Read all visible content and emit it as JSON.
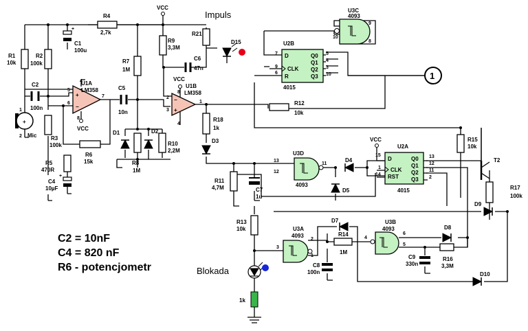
{
  "notes": [
    "C2 = 10nF",
    "C4 = 820 nF",
    "R6 - potencjometr"
  ],
  "labels": {
    "impuls": "Impuls",
    "blokada": "Blokada",
    "vcc": "VCC",
    "mic": "Mic",
    "connector": "1",
    "res_1k": "1k"
  },
  "resistors": {
    "R1": [
      "R1",
      "10k"
    ],
    "R2": [
      "R2",
      "100k"
    ],
    "R3": [
      "R3",
      "100k"
    ],
    "R4": [
      "R4",
      "2,7k"
    ],
    "R5": [
      "R5",
      "470R"
    ],
    "R6": [
      "R6",
      "15k"
    ],
    "R7": [
      "R7",
      "1M"
    ],
    "R8": [
      "R8",
      "1M"
    ],
    "R9": [
      "R9",
      "3,3M"
    ],
    "R10": [
      "R10",
      "2,2M"
    ],
    "R11": [
      "R11",
      "4,7M"
    ],
    "R12": [
      "R12",
      "10k"
    ],
    "R13": [
      "R13",
      "10k"
    ],
    "R14": [
      "R14",
      "1M"
    ],
    "R15": [
      "R15",
      "10k"
    ],
    "R16": [
      "R16",
      "3,3M"
    ],
    "R17": [
      "R17",
      "100k"
    ],
    "R18": [
      "R18",
      "1k"
    ],
    "R21": [
      "R21",
      ""
    ]
  },
  "capacitors": {
    "C1": [
      "C1",
      "100u"
    ],
    "C2": [
      "C2",
      "100n"
    ],
    "C4": [
      "C4",
      "10µF"
    ],
    "C5": [
      "C5",
      "10n"
    ],
    "C6": [
      "C6",
      "47n"
    ],
    "C7": [
      "C7",
      "1u"
    ],
    "C8": [
      "C8",
      "100n"
    ],
    "C9": [
      "C9",
      "330n"
    ]
  },
  "diodes": [
    "D1",
    "D2",
    "D3",
    "D4",
    "D5",
    "D7",
    "D8",
    "D9",
    "D10",
    "D15"
  ],
  "transistor": "T2",
  "opamps": {
    "U1A": [
      "U1A",
      "LM358"
    ],
    "U1B": [
      "U1B",
      "LM358"
    ]
  },
  "gates": {
    "U3A": [
      "U3A",
      "4093"
    ],
    "U3B": [
      "U3B",
      "4093"
    ],
    "U3C": [
      "U3C",
      "4093"
    ],
    "U3D": [
      "U3D",
      "4093"
    ]
  },
  "counters": {
    "U2A": {
      "ref": "U2A",
      "type": "4015",
      "pins_in": [
        "D",
        "CLK",
        "RST"
      ],
      "pins_out": [
        "Q0",
        "Q1",
        "Q2",
        "Q3"
      ]
    },
    "U2B": {
      "ref": "U2B",
      "type": "4015",
      "pins_in": [
        "D",
        "CLK",
        "R"
      ],
      "pins_out": [
        "Q0",
        "Q1",
        "Q2",
        "Q3"
      ]
    }
  },
  "pin_numbers": {
    "u1a": [
      "5",
      "6",
      "7",
      "4",
      "8"
    ],
    "u1b": [
      "2",
      "3",
      "1",
      "8",
      "4"
    ],
    "u3c": [
      "9",
      "8",
      "10"
    ],
    "u3d": [
      "13",
      "12",
      "11"
    ],
    "u3a": [
      "3",
      "2",
      "1"
    ],
    "u3b": [
      "4",
      "6",
      "5"
    ],
    "u2b": [
      "7",
      "9",
      "6",
      "5",
      "4",
      "3",
      "10"
    ],
    "u2a": [
      "15",
      "1",
      "14",
      "13",
      "12",
      "11",
      "2"
    ],
    "mic": [
      "1",
      "2"
    ]
  },
  "led_colors": {
    "impuls": "#e8001a",
    "blokada": "#1726d8",
    "res_1k": "#39b54a"
  }
}
